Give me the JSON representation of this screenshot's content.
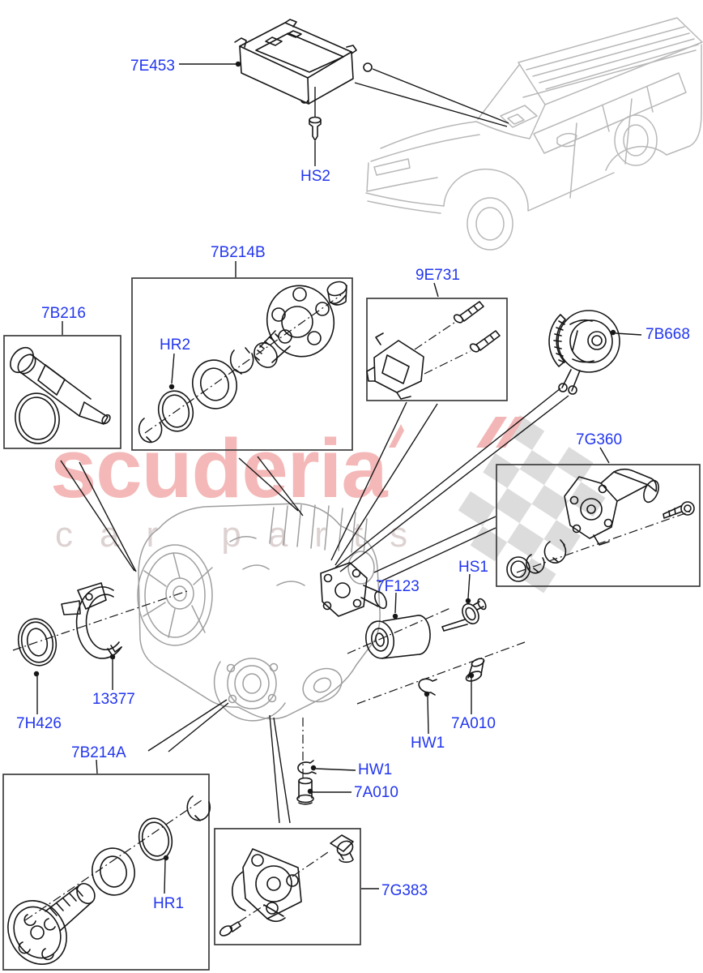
{
  "colors": {
    "label-blue": "#2236ee",
    "line-black": "#161616",
    "sketch-gray": "#9e9e9e",
    "car-gray": "#b8b8b8",
    "box-border": "#3c3c3c",
    "wm-pink": "#f4b8b8",
    "wm-gray": "#ddd2d2",
    "flag-gray": "#dcdcdc",
    "flag-pink": "#f3b6b6"
  },
  "watermark": {
    "title": "scuderia",
    "subtitle": "car parts"
  },
  "part_labels": {
    "module": "7E453",
    "module_screw": "HS2",
    "hub_box": "7B214B",
    "hub_ring": "HR2",
    "bracket_box": "9E731",
    "pulley": "7B668",
    "sealant_box": "7B216",
    "motor_box": "7G360",
    "screw_hs1": "HS1",
    "damper": "7F123",
    "seal": "7H426",
    "clamp": "13377",
    "bolt_right": "7A010",
    "washer_right": "HW1",
    "washer_left": "HW1",
    "bolt_left": "7A010",
    "shaft_box": "7B214A",
    "shaft_ring": "HR1",
    "pump_box": "7G383"
  }
}
